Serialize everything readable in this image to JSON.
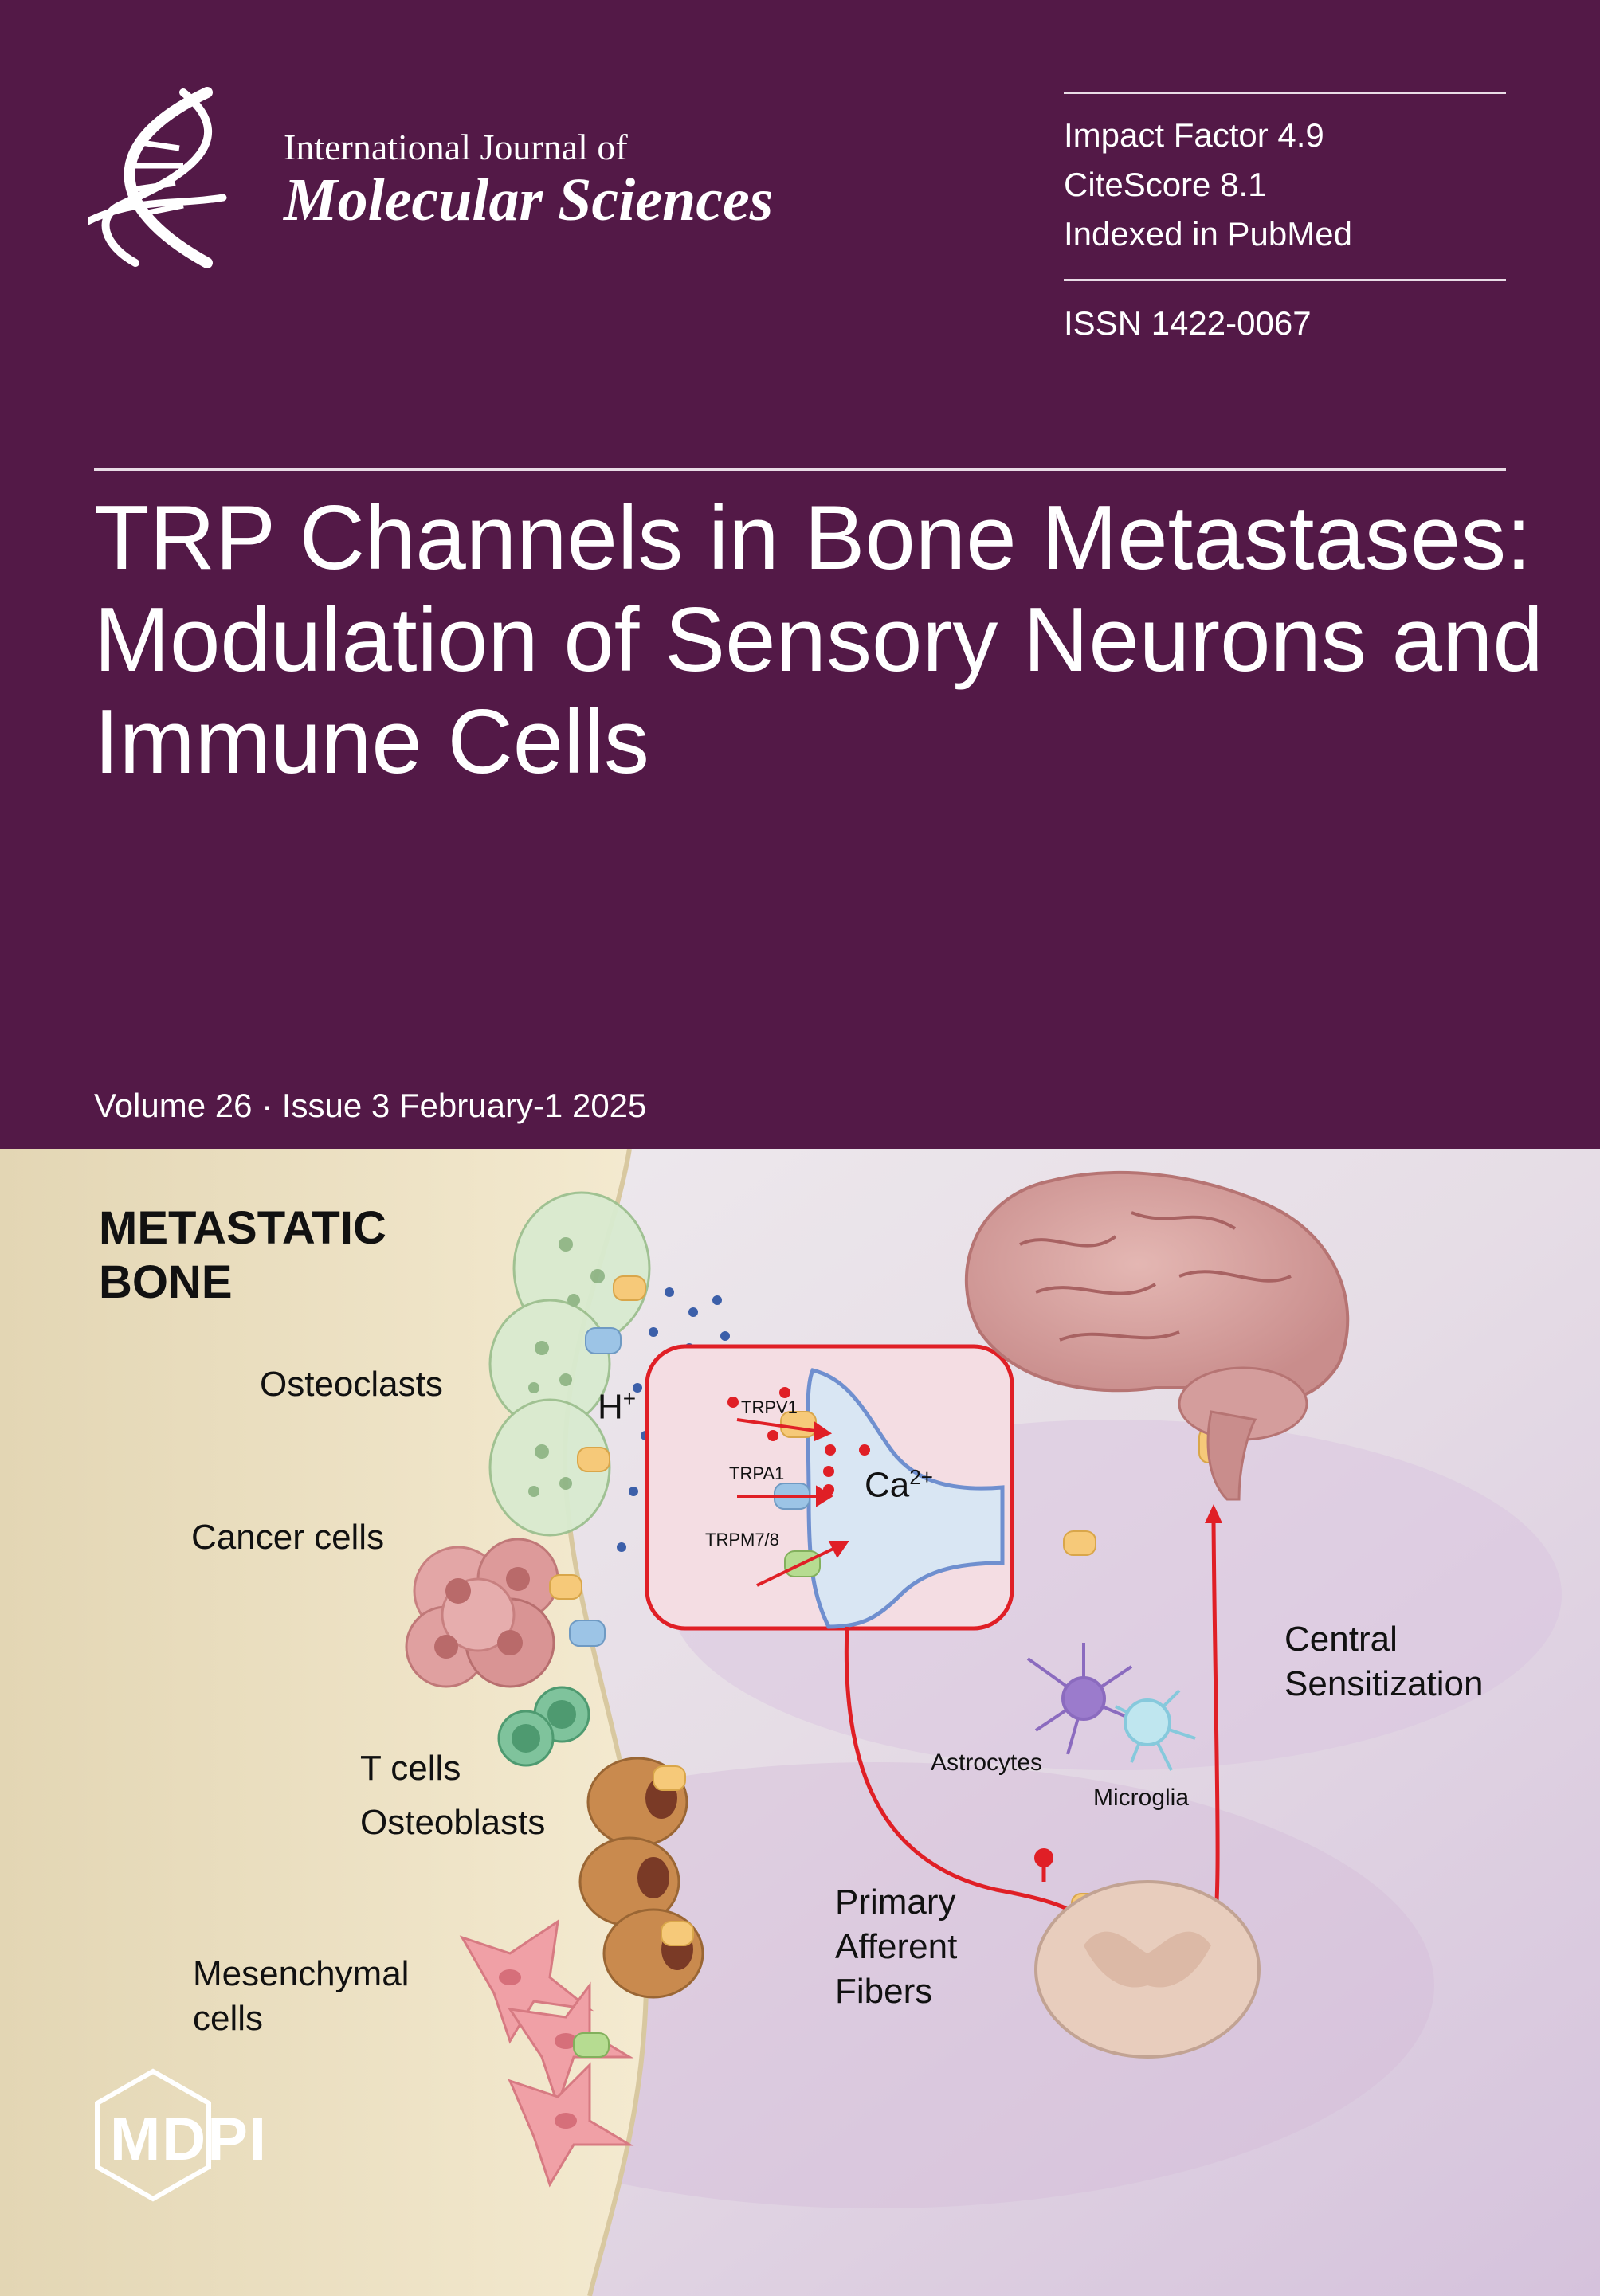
{
  "journal": {
    "name_line1": "International Journal of",
    "name_line2": "Molecular Sciences"
  },
  "metrics": {
    "impact_factor": "Impact Factor 4.9",
    "citescore": "CiteScore 8.1",
    "indexed": "Indexed in PubMed",
    "issn": "ISSN 1422-0067"
  },
  "article": {
    "title": "TRP Channels in Bone Metastases: Modulation of Sensory Neurons and Immune Cells"
  },
  "issue": {
    "text": "Volume 26 · Issue 3 February-1 2025"
  },
  "figure": {
    "heading": "METASTATIC BONE",
    "labels": {
      "osteoclasts": "Osteoclasts",
      "hplus_base": "H",
      "hplus_sup": "+",
      "cancer_cells": "Cancer cells",
      "t_cells": "T cells",
      "osteoblasts": "Osteoblasts",
      "mesenchymal_line1": "Mesenchymal",
      "mesenchymal_line2": "cells",
      "trpv1": "TRPV1",
      "trpa1": "TRPA1",
      "trpm78": "TRPM7/8",
      "ca_base": "Ca",
      "ca_sup": "2+",
      "central_line1": "Central",
      "central_line2": "Sensitization",
      "astrocytes": "Astrocytes",
      "microglia": "Microglia",
      "primary_line1": "Primary",
      "primary_line2": "Afferent",
      "primary_line3": "Fibers"
    }
  },
  "publisher": {
    "logo_text": "MDPI"
  },
  "colors": {
    "header_bg": "#531947",
    "bone_bg": "#ede1c4",
    "pathway_red": "#e01f26",
    "neuron_blue": "#6f8fcf"
  }
}
